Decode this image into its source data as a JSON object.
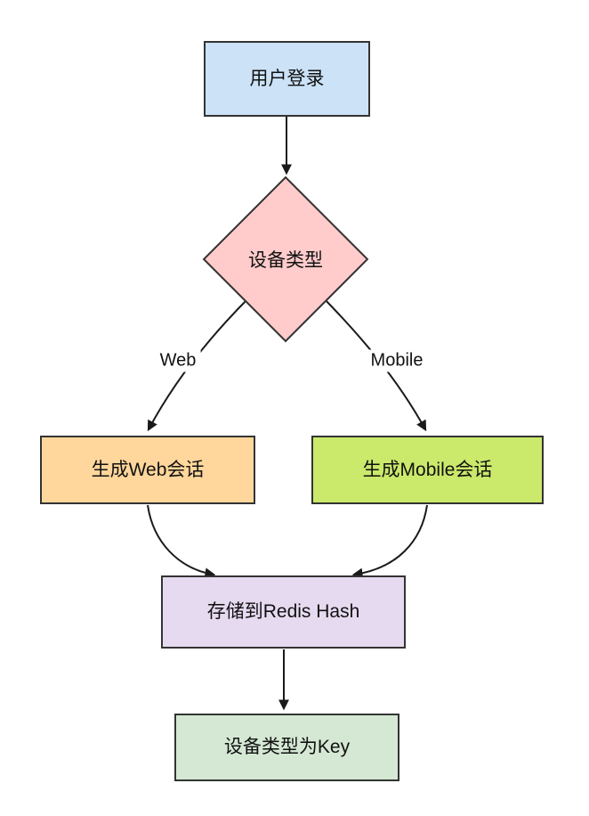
{
  "diagram": {
    "title": "session-storage-flowchart",
    "background": "#ffffff",
    "line_color": "#1a1a1a",
    "nodes": {
      "login": {
        "label": "用户登录",
        "fill": "#cbe2f7",
        "border": "#333333",
        "shape": "rect"
      },
      "device_type": {
        "label": "设备类型",
        "fill": "#ffcbcb",
        "border": "#333333",
        "shape": "diamond"
      },
      "web_session": {
        "label": "生成Web会话",
        "fill": "#ffd69b",
        "border": "#333333",
        "shape": "rect"
      },
      "mobile_session": {
        "label": "生成Mobile会话",
        "fill": "#cbe96b",
        "border": "#333333",
        "shape": "rect"
      },
      "redis_hash": {
        "label": "存储到Redis Hash",
        "fill": "#e6daf0",
        "border": "#333333",
        "shape": "rect"
      },
      "device_key": {
        "label": "设备类型为Key",
        "fill": "#d5e8d4",
        "border": "#333333",
        "shape": "rect"
      }
    },
    "edge_labels": {
      "web": "Web",
      "mobile": "Mobile"
    },
    "edges": [
      {
        "from": "login",
        "to": "device_type",
        "label": ""
      },
      {
        "from": "device_type",
        "to": "web_session",
        "label": "Web"
      },
      {
        "from": "device_type",
        "to": "mobile_session",
        "label": "Mobile"
      },
      {
        "from": "web_session",
        "to": "redis_hash",
        "label": ""
      },
      {
        "from": "mobile_session",
        "to": "redis_hash",
        "label": ""
      },
      {
        "from": "redis_hash",
        "to": "device_key",
        "label": ""
      }
    ]
  }
}
